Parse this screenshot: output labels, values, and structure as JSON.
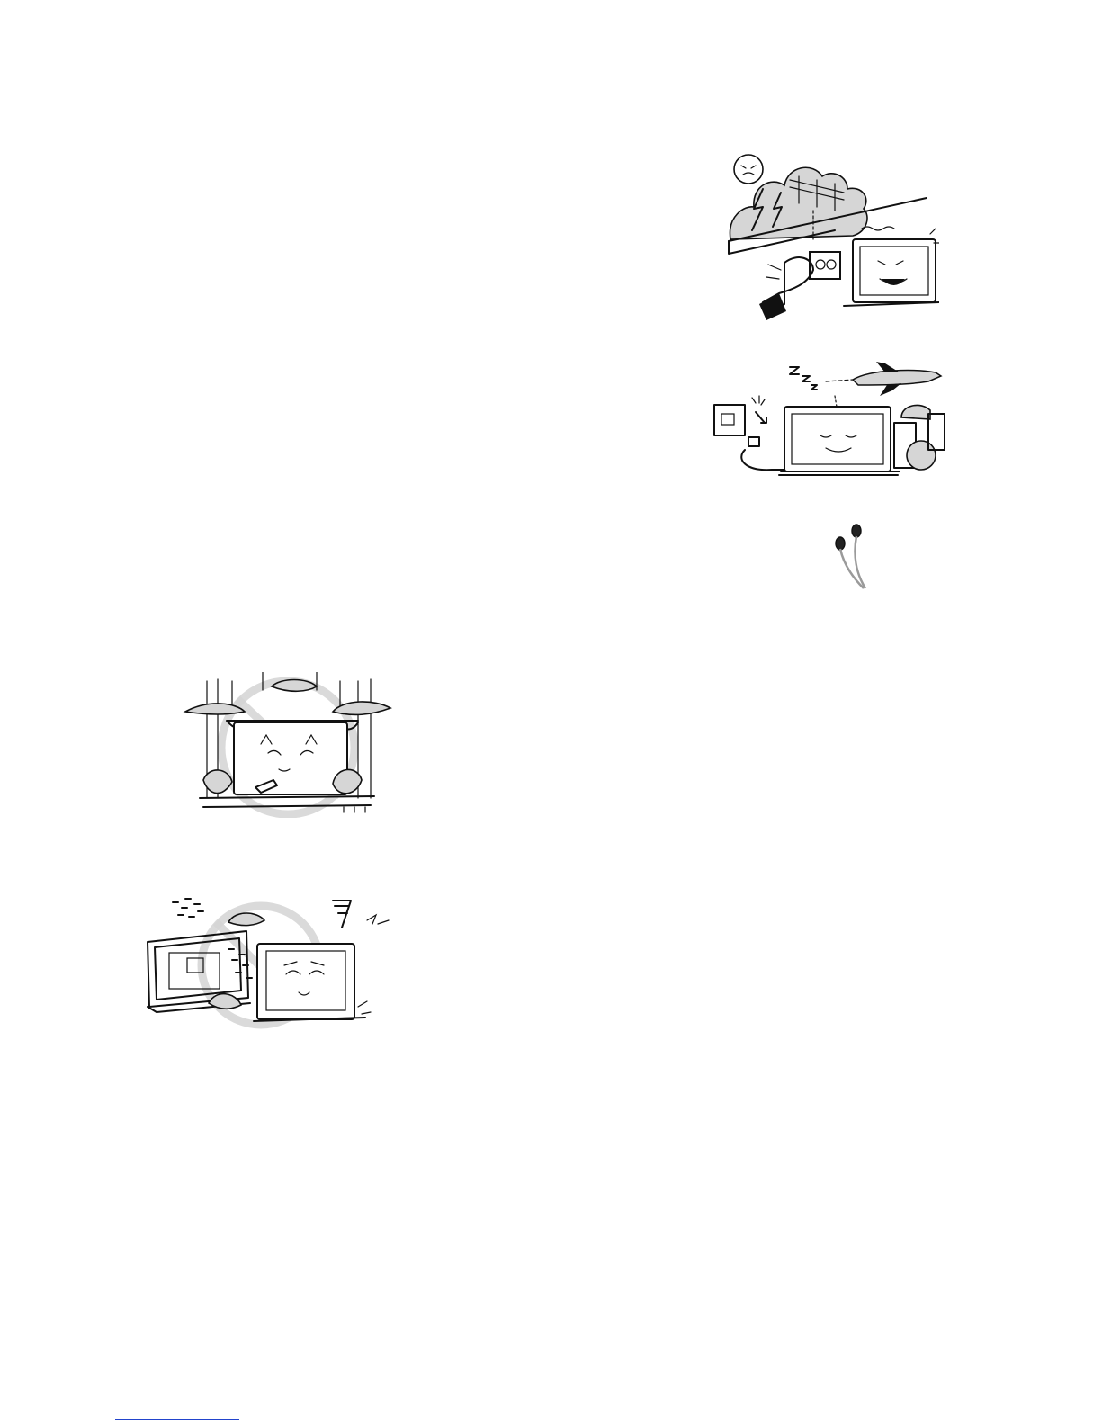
{
  "page": {
    "illustrations": [
      {
        "id": "lightning",
        "icon": "lightning-storm-unplug-icon"
      },
      {
        "id": "vacation",
        "icon": "unplug-on-vacation-icon"
      },
      {
        "id": "earphones",
        "icon": "earphones-icon"
      },
      {
        "id": "curtains",
        "icon": "no-curtains-blocking-icon"
      },
      {
        "id": "microwave",
        "icon": "no-magnetic-interference-icon"
      }
    ],
    "colors": {
      "ink": "#111111",
      "shade": "#d6d6d6",
      "prohibition_mark": "#d4d4d4",
      "footnote_rule": "#2244cc"
    }
  }
}
